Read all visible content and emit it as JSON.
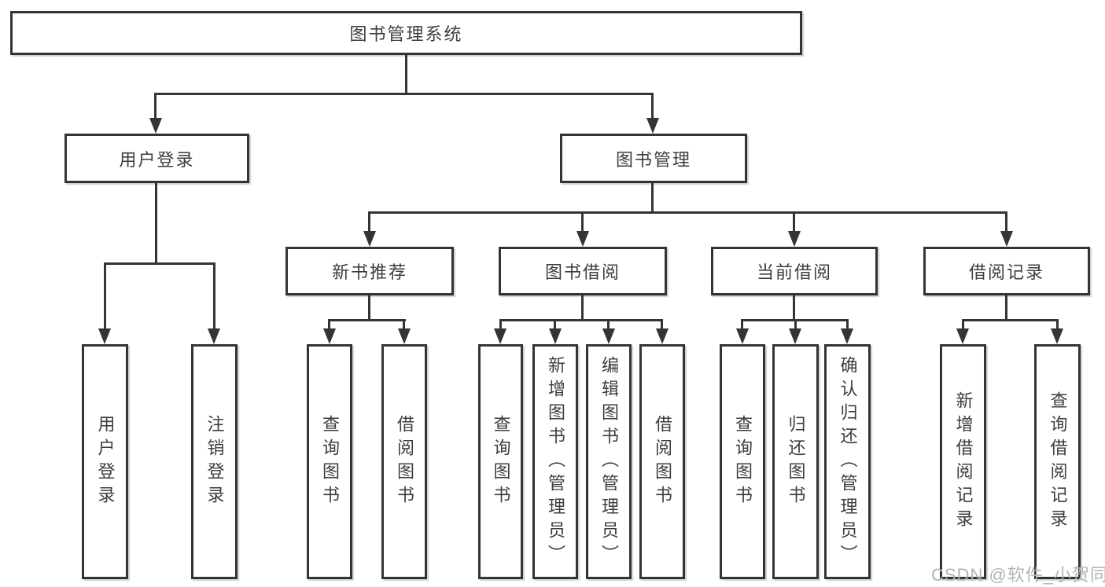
{
  "diagram": {
    "title": "图书管理系统",
    "level2": [
      {
        "label": "用户登录"
      },
      {
        "label": "图书管理"
      }
    ],
    "level3": [
      {
        "label": "新书推荐",
        "parent": "图书管理"
      },
      {
        "label": "图书借阅",
        "parent": "图书管理"
      },
      {
        "label": "当前借阅",
        "parent": "图书管理"
      },
      {
        "label": "借阅记录",
        "parent": "图书管理"
      }
    ],
    "leaves": [
      {
        "label": "用户登录",
        "parent": "用户登录"
      },
      {
        "label": "注销登录",
        "parent": "用户登录"
      },
      {
        "label": "查询图书",
        "parent": "新书推荐"
      },
      {
        "label": "借阅图书",
        "parent": "新书推荐"
      },
      {
        "label": "查询图书",
        "parent": "图书借阅"
      },
      {
        "label": "新增图书（管理员）",
        "parent": "图书借阅"
      },
      {
        "label": "编辑图书（管理员）",
        "parent": "图书借阅"
      },
      {
        "label": "借阅图书",
        "parent": "图书借阅"
      },
      {
        "label": "查询图书",
        "parent": "当前借阅"
      },
      {
        "label": "归还图书",
        "parent": "当前借阅"
      },
      {
        "label": "确认归还（管理员）",
        "parent": "当前借阅"
      },
      {
        "label": "新增借阅记录",
        "parent": "借阅记录"
      },
      {
        "label": "查询借阅记录",
        "parent": "借阅记录"
      }
    ]
  },
  "watermark": {
    "text": "CSDN @软件_小贺同学"
  },
  "colors": {
    "line": "#343434",
    "text": "#3d3d3d",
    "watermark": "#b3b3b3",
    "background": "#ffffff"
  }
}
